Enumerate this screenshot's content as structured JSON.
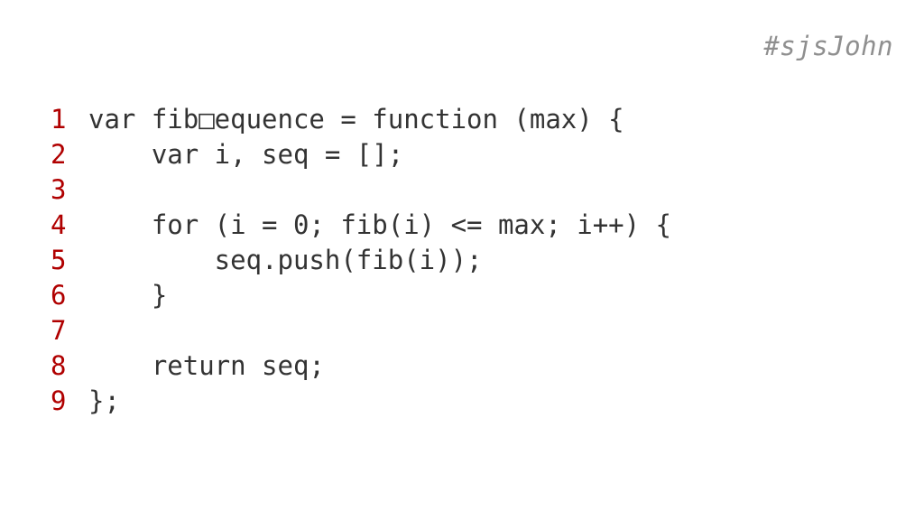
{
  "hashtag": "#sjsJohn",
  "code": {
    "lines": [
      {
        "number": "1",
        "text": "var fib□equence = function (max) {"
      },
      {
        "number": "2",
        "text": "    var i, seq = [];"
      },
      {
        "number": "3",
        "text": ""
      },
      {
        "number": "4",
        "text": "    for (i = 0; fib(i) <= max; i++) {"
      },
      {
        "number": "5",
        "text": "        seq.push(fib(i));"
      },
      {
        "number": "6",
        "text": "    }"
      },
      {
        "number": "7",
        "text": ""
      },
      {
        "number": "8",
        "text": "    return seq;"
      },
      {
        "number": "9",
        "text": "};"
      }
    ]
  },
  "colors": {
    "line_number": "#b00000",
    "code_text": "#333333",
    "hashtag": "#8f8f8f",
    "background": "#ffffff"
  }
}
